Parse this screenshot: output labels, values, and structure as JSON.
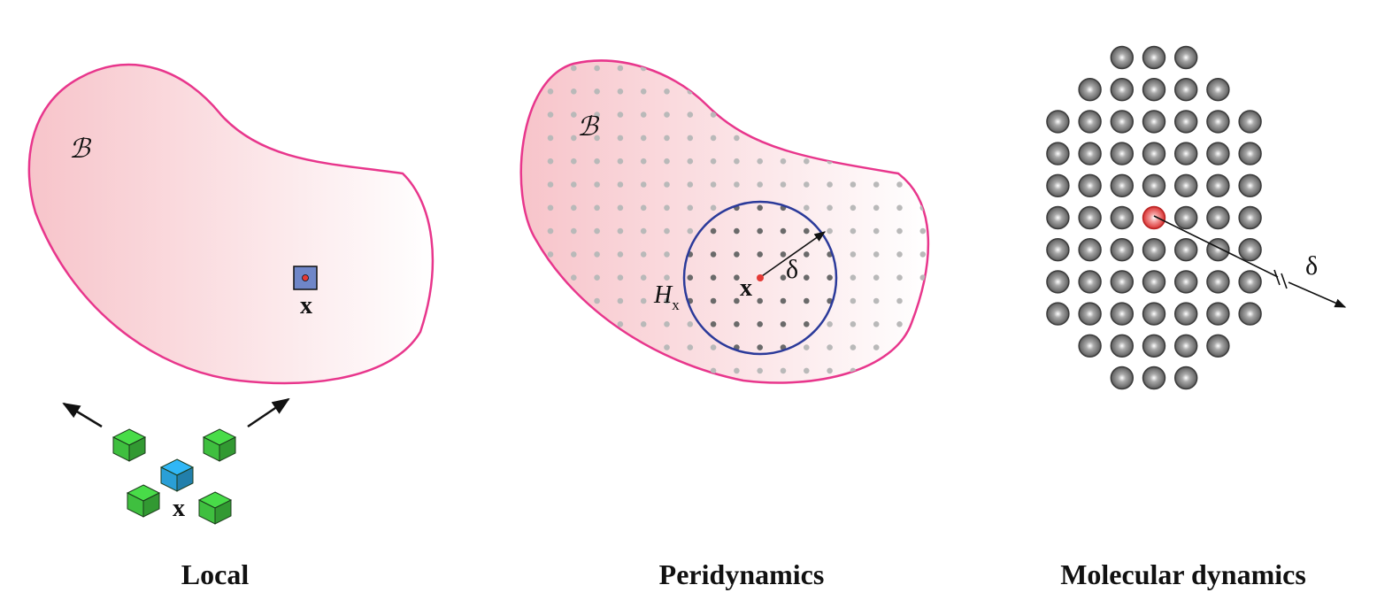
{
  "panels": {
    "local": {
      "caption": "Local",
      "body_symbol": "ℬ",
      "point_label": "x",
      "cluster_label": "x"
    },
    "peridynamics": {
      "caption": "Peridynamics",
      "body_symbol": "ℬ",
      "point_label": "x",
      "horizon_label": "H",
      "horizon_subscript": "x",
      "radius_label": "δ"
    },
    "molecular_dynamics": {
      "caption": "Molecular dynamics",
      "radius_label": "δ",
      "atom_rows": [
        3,
        5,
        7,
        7,
        7,
        7,
        7,
        7,
        7,
        5,
        3
      ],
      "highlighted_atom": "row 6, column 4"
    }
  },
  "colors": {
    "body_fill_start": "#f8c6cc",
    "body_fill_end": "#ffffff",
    "body_outline": "#e8368c",
    "horizon_circle": "#2b3a9a",
    "center_point": "#e53935",
    "cube_green": "#3fbf3f",
    "cube_blue": "#2a9fd6",
    "atom_gray": "#8a8a8a",
    "atom_highlight": "#e84a4a"
  }
}
